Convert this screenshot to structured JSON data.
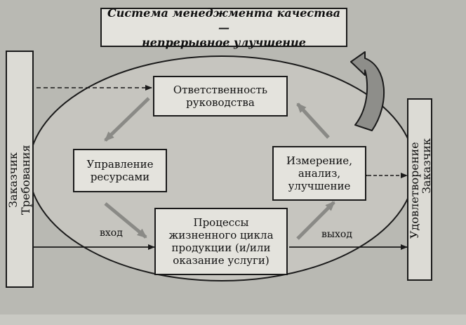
{
  "diagram": {
    "title": "Система менеджмента качества —\nнепрерывное улучшение",
    "left_bar": {
      "line1": "Заказчик",
      "line2": "Требования"
    },
    "right_bar": {
      "line1": "Удовлетворение",
      "line2": "Заказчик"
    },
    "nodes": {
      "responsibility": "Ответственность\nруководства",
      "resources": "Управление\nресурсами",
      "measurement": "Измерение,\nанализ,\nулучшение",
      "processes": "Процессы\nжизненного цикла\nпродукции (и/или\nоказание услуги)"
    },
    "flow_labels": {
      "input": "вход",
      "output": "выход"
    },
    "colors": {
      "background": "#b9b9b3",
      "box_fill": "#e4e3dd",
      "arrow_gray": "#8a8a86",
      "line": "#1a1a1a"
    }
  }
}
